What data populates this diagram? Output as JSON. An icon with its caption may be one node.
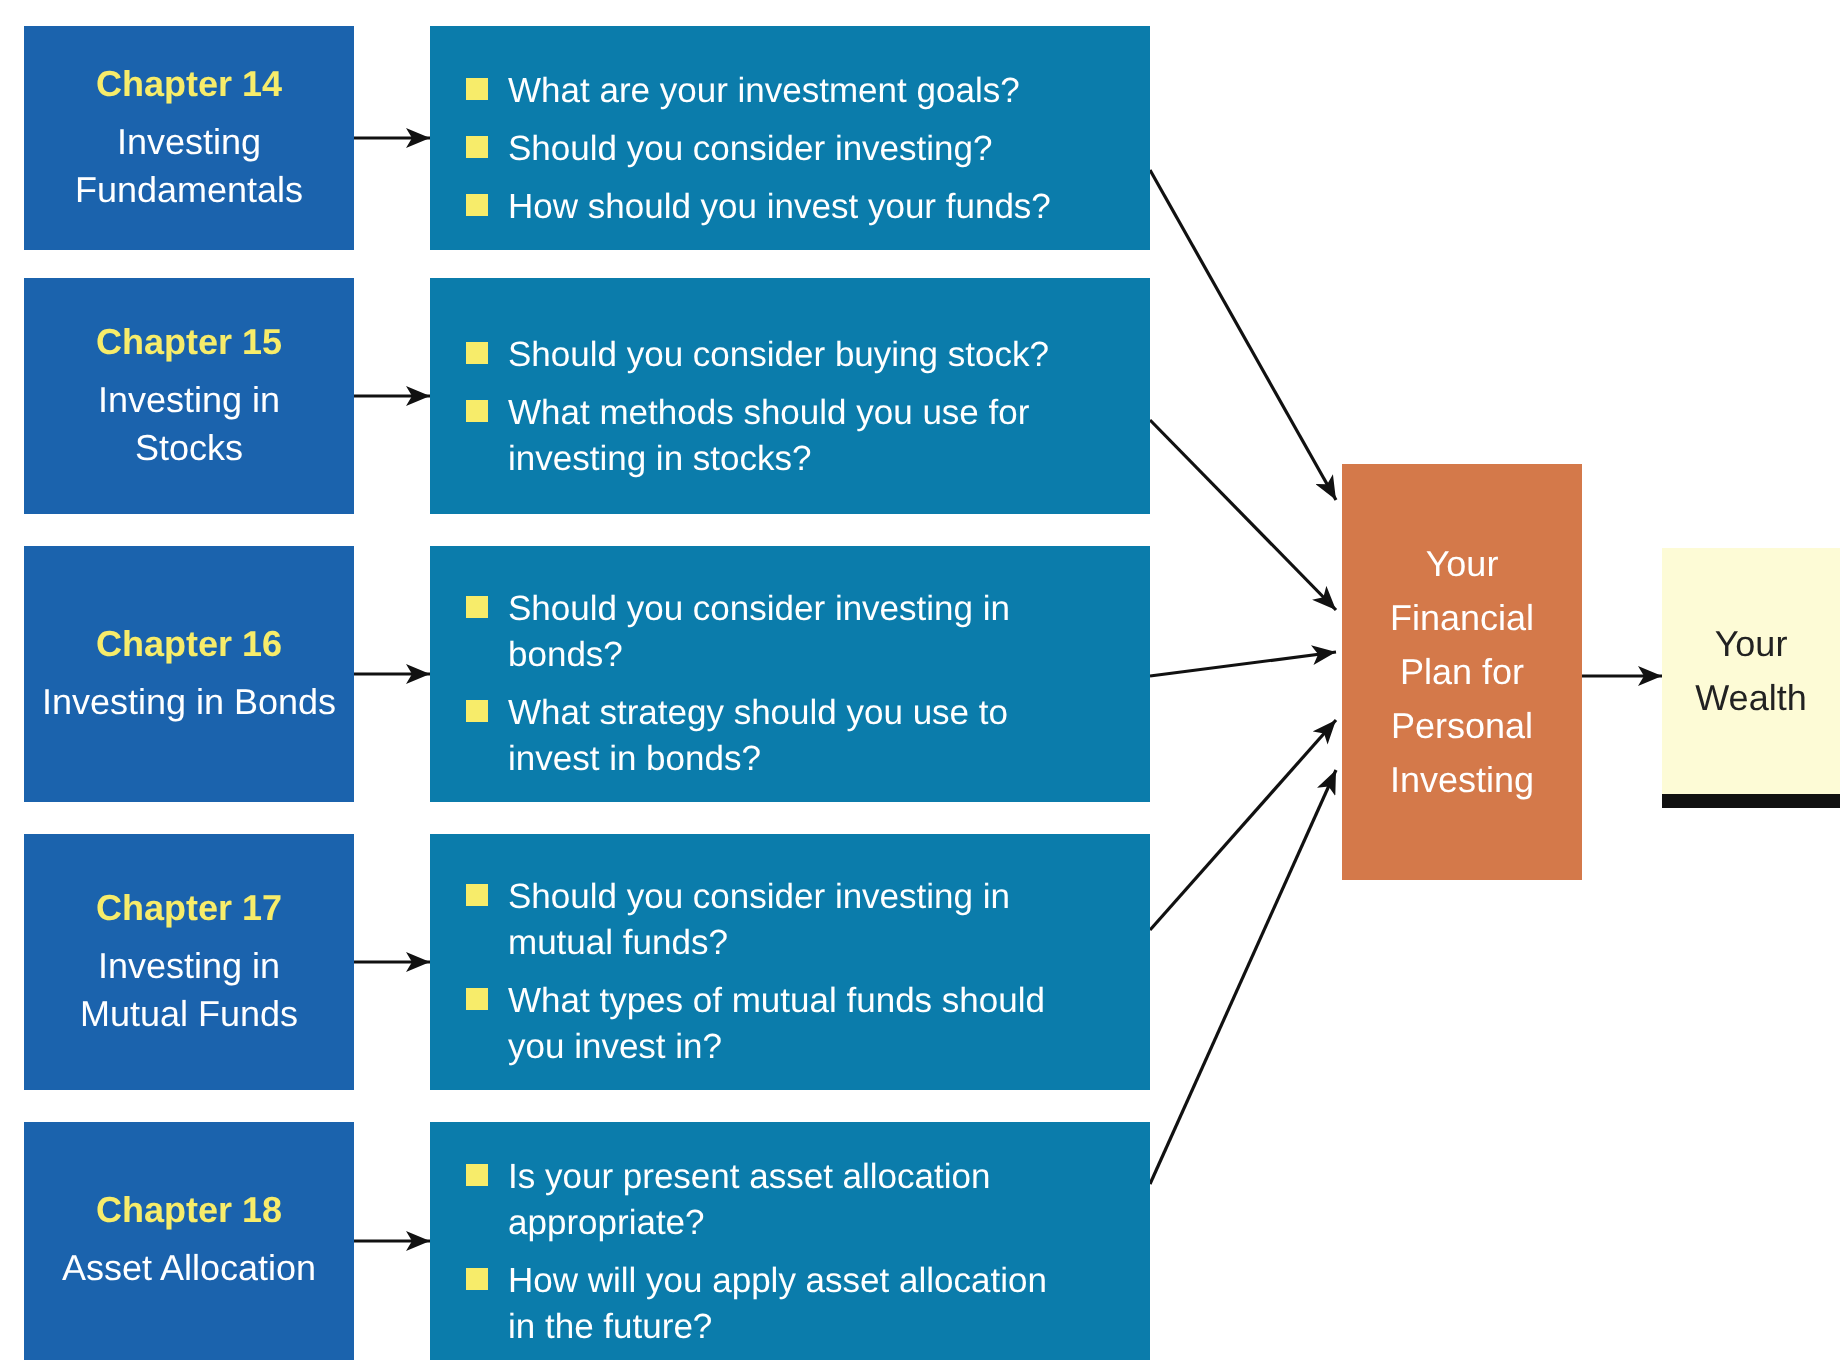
{
  "diagram": {
    "nodes": [
      {
        "text": [
          "Chapter 14",
          "Investing Fundamentals"
        ]
      },
      {
        "text": [
          "What are your investment goals?",
          "Should you consider investing?",
          "How should you invest your funds?"
        ]
      },
      {
        "text": [
          "Chapter 15",
          "Investing in Stocks"
        ]
      },
      {
        "text": [
          "Should you consider buying stock?",
          "What methods should you use for investing in stocks?"
        ]
      },
      {
        "text": [
          "Chapter 16",
          "Investing in Bonds"
        ]
      },
      {
        "text": [
          "Should you consider investing in bonds?",
          "What strategy should you use to invest in bonds?"
        ]
      },
      {
        "text": [
          "Chapter 17",
          "Investing in Mutual Funds"
        ]
      },
      {
        "text": [
          "Should you consider investing in mutual funds?",
          "What types of mutual funds should you invest in?"
        ]
      },
      {
        "text": [
          "Chapter 18",
          "Asset Allocation"
        ]
      },
      {
        "text": [
          "Is your present asset allocation appropriate?",
          "How will you apply asset allocation in the future?"
        ]
      },
      {
        "text": [
          "Your Financial Plan for Personal Investing"
        ]
      },
      {
        "text": [
          "Your Wealth"
        ]
      }
    ],
    "edges": [
      {
        "from": 0,
        "to": 1,
        "arrow": "to"
      },
      {
        "from": 2,
        "to": 3,
        "arrow": "to"
      },
      {
        "from": 4,
        "to": 5,
        "arrow": "to"
      },
      {
        "from": 6,
        "to": 7,
        "arrow": "to"
      },
      {
        "from": 8,
        "to": 9,
        "arrow": "to"
      },
      {
        "from": 1,
        "to": 10,
        "arrow": "to"
      },
      {
        "from": 3,
        "to": 10,
        "arrow": "to"
      },
      {
        "from": 5,
        "to": 10,
        "arrow": "to"
      },
      {
        "from": 7,
        "to": 10,
        "arrow": "to"
      },
      {
        "from": 9,
        "to": 10,
        "arrow": "to"
      },
      {
        "from": 10,
        "to": 11,
        "arrow": "to"
      }
    ]
  }
}
